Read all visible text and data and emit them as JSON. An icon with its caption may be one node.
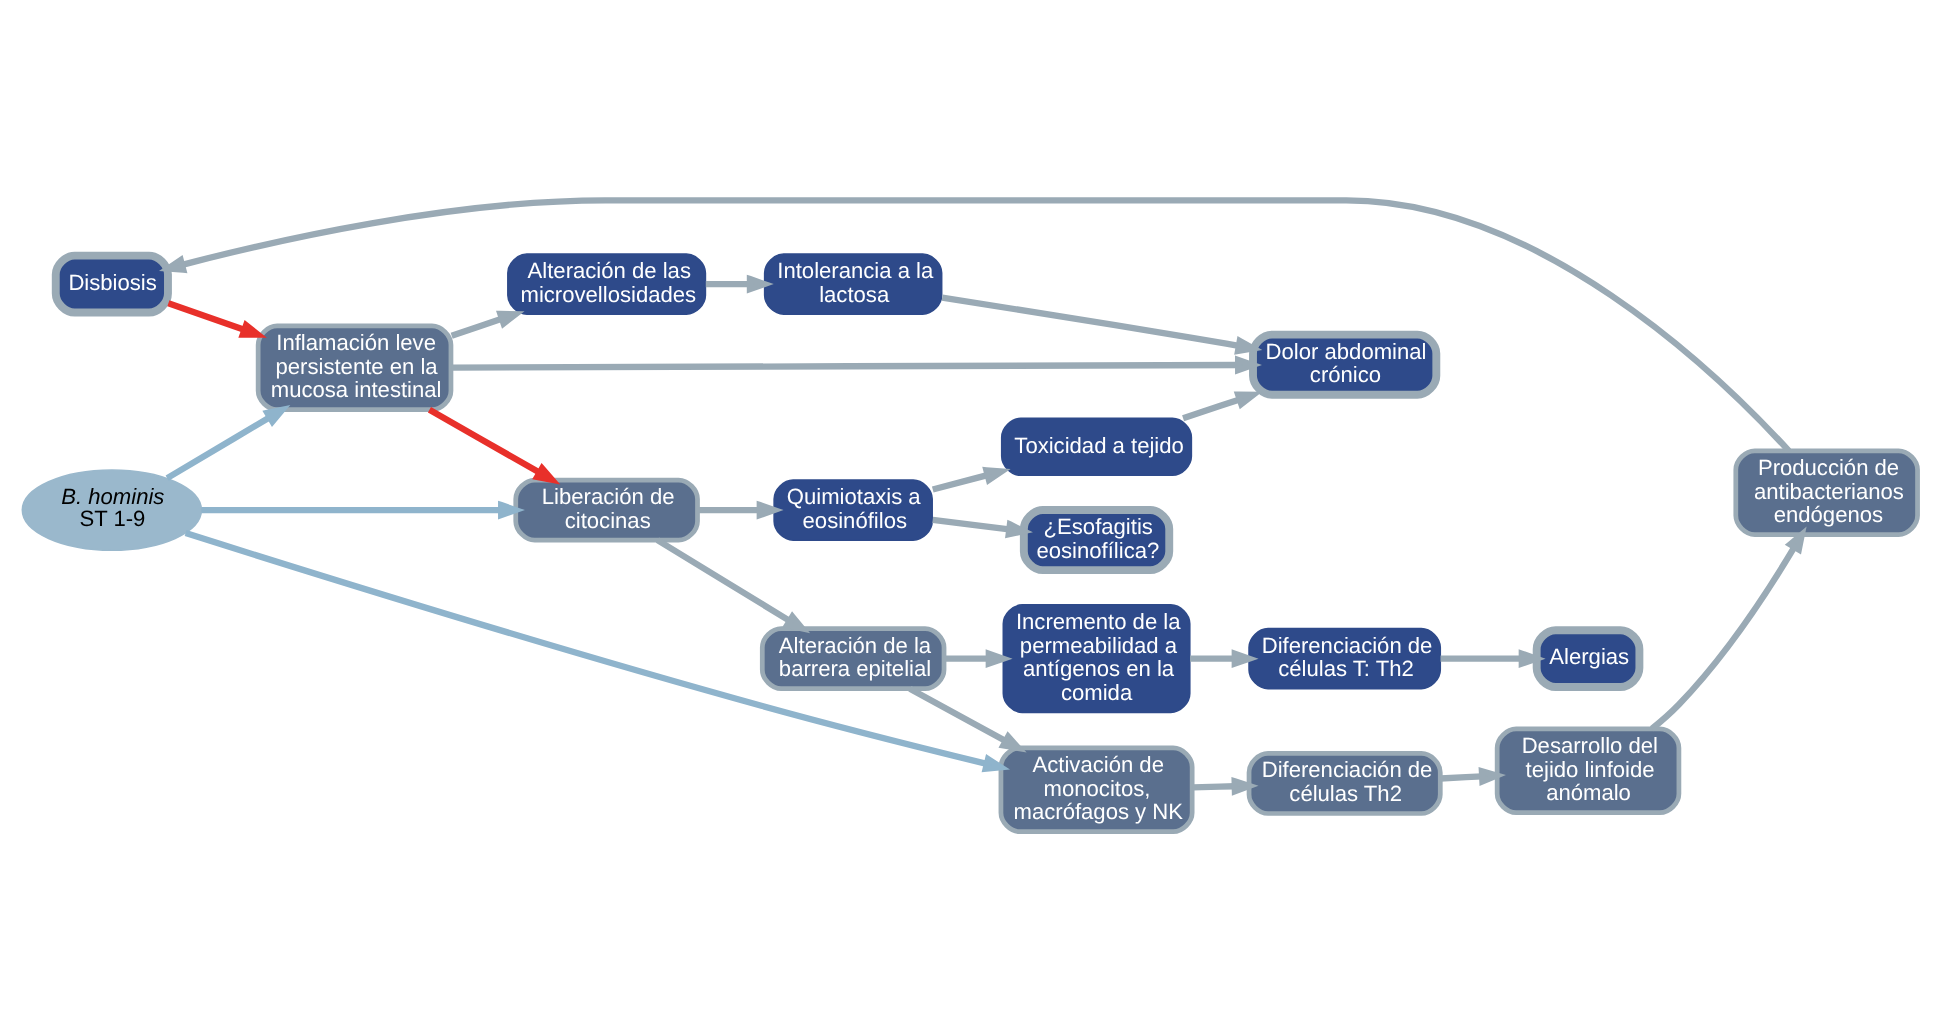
{
  "diagram": {
    "nodes": [
      {
        "text": [
          "Disbiosis"
        ]
      },
      {
        "text": [
          "B. hominis",
          "ST 1-9"
        ]
      },
      {
        "text": [
          "Producción de antibacterianos endógenos"
        ]
      },
      {
        "text": [
          "Inflamación leve persistente en la mucosa intestinal"
        ]
      },
      {
        "text": [
          "Liberación de citocinas"
        ]
      },
      {
        "text": [
          "Alteración de la barrera epitelial"
        ]
      },
      {
        "text": [
          "Activación de monocitos, macrófagos y NK"
        ]
      },
      {
        "text": [
          "Diferenciación de células Th2"
        ]
      },
      {
        "text": [
          "Desarrollo del tejido linfoide anómalo"
        ]
      },
      {
        "text": [
          "Alteración de las microvellosidades"
        ]
      },
      {
        "text": [
          "Intolerancia a la lactosa"
        ]
      },
      {
        "text": [
          "Dolor abdominal crónico"
        ]
      },
      {
        "text": [
          "Toxicidad a tejido"
        ]
      },
      {
        "text": [
          "Quimiotaxis a eosinófilos"
        ]
      },
      {
        "text": [
          "¿Esofagitis eosinofílica?"
        ]
      },
      {
        "text": [
          "Incremento de la permeabilidad a antígenos en la comida"
        ]
      },
      {
        "text": [
          "Diferenciación de células T: Th2"
        ]
      },
      {
        "text": [
          "Alergias"
        ]
      }
    ],
    "edges": [
      {
        "from": 0,
        "to": 3,
        "arrow": "to",
        "color": "#e8302a"
      },
      {
        "from": 2,
        "to": 0,
        "arrow": "to"
      },
      {
        "from": 3,
        "to": 4,
        "arrow": "to",
        "color": "#e8302a"
      },
      {
        "from": 4,
        "to": 5,
        "arrow": "to"
      },
      {
        "from": 5,
        "to": 6,
        "arrow": "to"
      },
      {
        "from": 6,
        "to": 7,
        "arrow": "to"
      },
      {
        "from": 7,
        "to": 8,
        "arrow": "to"
      },
      {
        "from": 8,
        "to": 2,
        "arrow": "to"
      },
      {
        "from": 1,
        "to": 3,
        "arrow": "to",
        "color": "#8fb4cc"
      },
      {
        "from": 1,
        "to": 4,
        "arrow": "to",
        "color": "#8fb4cc"
      },
      {
        "from": 1,
        "to": 6,
        "arrow": "to",
        "color": "#8fb4cc"
      },
      {
        "from": 3,
        "to": 9,
        "arrow": "to"
      },
      {
        "from": 9,
        "to": 10,
        "arrow": "to"
      },
      {
        "from": 10,
        "to": 11,
        "arrow": "to"
      },
      {
        "from": 3,
        "to": 11,
        "arrow": "to"
      },
      {
        "from": 12,
        "to": 11,
        "arrow": "to"
      },
      {
        "from": 13,
        "to": 12,
        "arrow": "to"
      },
      {
        "from": 4,
        "to": 13,
        "arrow": "to"
      },
      {
        "from": 13,
        "to": 14,
        "arrow": "to"
      },
      {
        "from": 5,
        "to": 15,
        "arrow": "to"
      },
      {
        "from": 15,
        "to": 16,
        "arrow": "to"
      },
      {
        "from": 16,
        "to": 17,
        "arrow": "to"
      }
    ]
  }
}
